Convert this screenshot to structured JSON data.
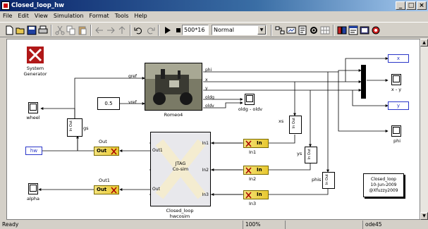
{
  "window": {
    "title": "Closed_loop_hw"
  },
  "menu": [
    "File",
    "Edit",
    "View",
    "Simulation",
    "Format",
    "Tools",
    "Help"
  ],
  "toolbar": {
    "sim_time": "500*16",
    "sim_mode": "Normal"
  },
  "status": {
    "left": "Ready",
    "zoom": "100%",
    "solver": "ode45"
  },
  "model": {
    "system_generator": "System\nGenerator",
    "robot_block": "Romeo4",
    "robot_in_gref": "gref",
    "robot_in_vref": "vref",
    "robot_outputs": [
      "phi",
      "x",
      "y",
      "oldg",
      "oldv"
    ],
    "const_value": "0.5",
    "wheel_scope": "wheel",
    "gs_label": "gs",
    "sum_label": "oldg - oldv",
    "xs_label": "xs",
    "ys_label": "ys",
    "phis_label": "phis",
    "xy_scope": "x - y",
    "phi_scope": "phi",
    "goto_x": "x",
    "goto_y": "y",
    "goto_hw": "hw",
    "alpha_scope": "alpha",
    "out_block": "Out",
    "out1_block": "Out1",
    "out_label": "Out",
    "out1_label": "Out1",
    "in_blocks": [
      "In1",
      "In2",
      "In3"
    ],
    "gw_in_text": "In",
    "gw_out_text": "Out",
    "cosim_ports_in": [
      "In1",
      "In2",
      "In3"
    ],
    "cosim_ports_out": [
      "Out1",
      "Out"
    ],
    "cosim_title": "JTAG\nCo-sim",
    "cosim_label": "Closed_loop\nhwcosim",
    "note": "Closed_loop\n10-Jun-2009\n@Xfuzzy2009"
  },
  "colors": {
    "goto_blue": "#2a36c8",
    "gateway_yellow": "#e8c830",
    "title_blue": "#0a246a"
  }
}
